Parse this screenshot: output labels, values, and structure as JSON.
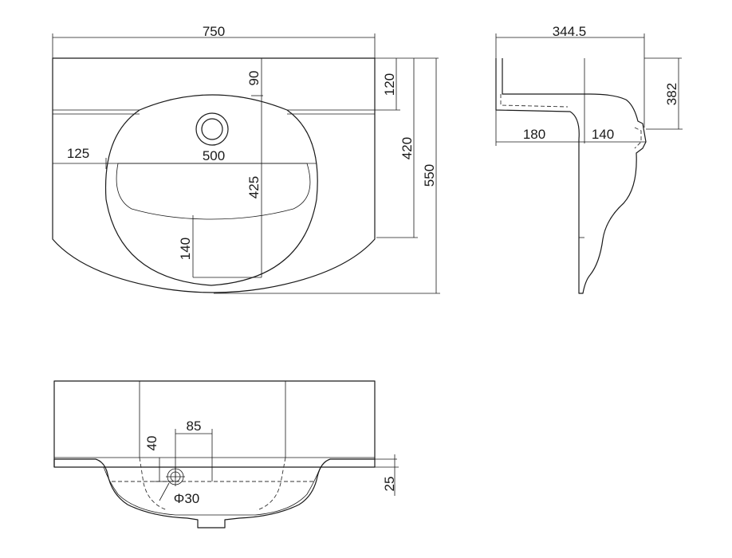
{
  "top_view": {
    "overall_width": "750",
    "depth_total": "550",
    "depth_bowl_edge": "420",
    "depth_rim": "120",
    "bowl_width": "500",
    "side_offset": "125",
    "bowl_depth": "425",
    "drain_offset": "90",
    "front_gap": "140"
  },
  "side_view": {
    "overall_depth": "344.5",
    "height": "382",
    "wall_to_axis": "180",
    "axis_to_front": "140"
  },
  "front_view": {
    "drain_spacing": "85",
    "drain_rise": "40",
    "lip_height": "25",
    "drain_diameter": "Φ30"
  }
}
